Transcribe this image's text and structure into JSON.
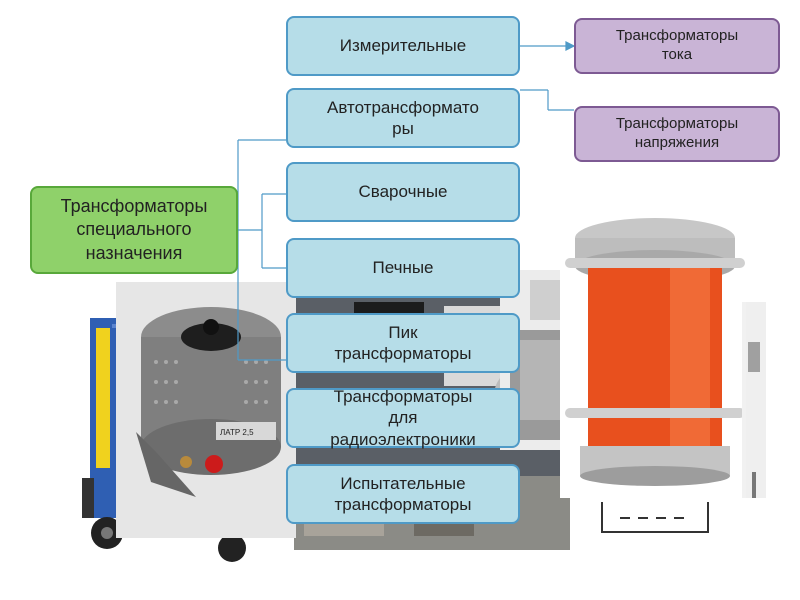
{
  "root": {
    "label": "Трансформаторы\nспециального\nназначения"
  },
  "categories": [
    "Измерительные",
    "Автотрансформато\nры",
    "Сварочные",
    "Печные",
    "Пик\nтрансформаторы",
    "Трансформаторы\nдля\nрадиоэлектроники",
    "Испытательные\nтрансформаторы"
  ],
  "subtypes": [
    "Трансформаторы\nтока",
    "Трансформаторы\nнапряжения"
  ],
  "photo_labels": {
    "autotransformer_plate": "ЛАТР 2,5"
  }
}
